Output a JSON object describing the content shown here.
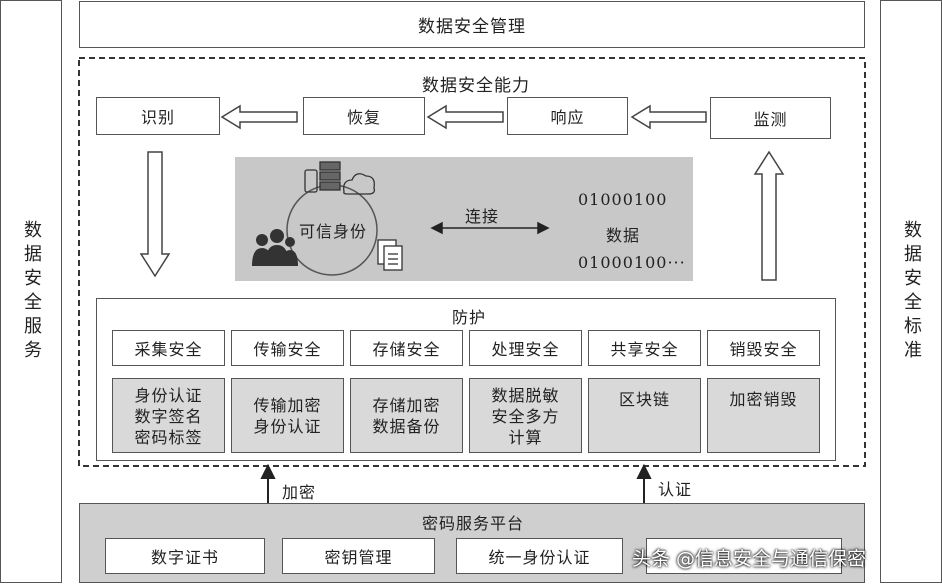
{
  "left_side": "数据安全服务",
  "right_side": "数据安全标准",
  "top_title": "数据安全管理",
  "capability": {
    "title": "数据安全能力",
    "steps": [
      "识别",
      "恢复",
      "响应",
      "监测"
    ]
  },
  "center": {
    "identity": "可信身份",
    "connect": "连接",
    "bits_top": "01000100",
    "data": "数据",
    "bits_bottom": "01000100···"
  },
  "protection": {
    "title": "防护",
    "categories": [
      "采集安全",
      "传输安全",
      "存储安全",
      "处理安全",
      "共享安全",
      "销毁安全"
    ],
    "measures": [
      "身份认证\n数字签名\n密码标签",
      "传输加密\n身份认证",
      "存储加密\n数据备份",
      "数据脱敏\n安全多方\n计算",
      "区块链",
      "加密销毁"
    ]
  },
  "links": {
    "encrypt": "加密",
    "auth": "认证"
  },
  "platform": {
    "title": "密码服务平台",
    "items": [
      "数字证书",
      "密钥管理",
      "统一身份认证"
    ]
  },
  "watermark": "头条 @信息安全与通信保密"
}
